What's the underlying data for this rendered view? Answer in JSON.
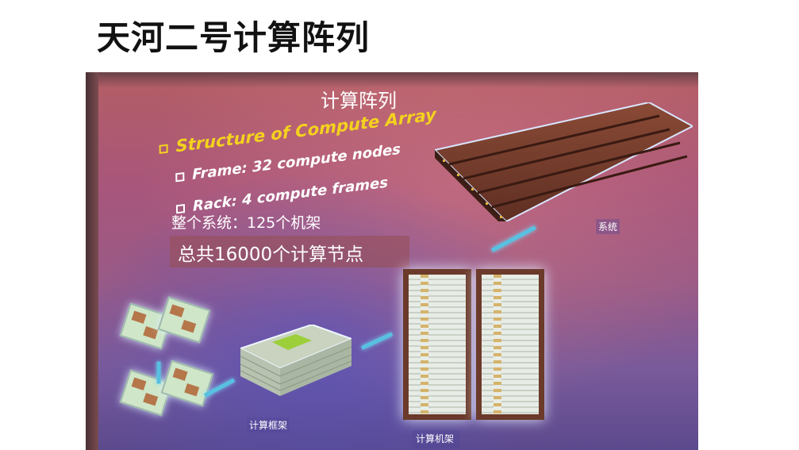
{
  "page": {
    "title": "天河二号计算阵列"
  },
  "photo": {
    "slide_title": "计算阵列",
    "bullet_main": "Structure of Compute Array",
    "bullet_frame": "Frame: 32 compute nodes",
    "bullet_rack": "Rack: 4 compute frames",
    "caption_system": "整个系统：125个机架",
    "caption_nodes": "总共16000个计算节点",
    "label_system": "系统",
    "label_frame": "计算框架",
    "label_rack": "计算机架"
  },
  "colors": {
    "bullet_yellow": "#f4d21e",
    "arrow_blue": "#58c0e0",
    "rack_brown": "#6b3a2a"
  }
}
